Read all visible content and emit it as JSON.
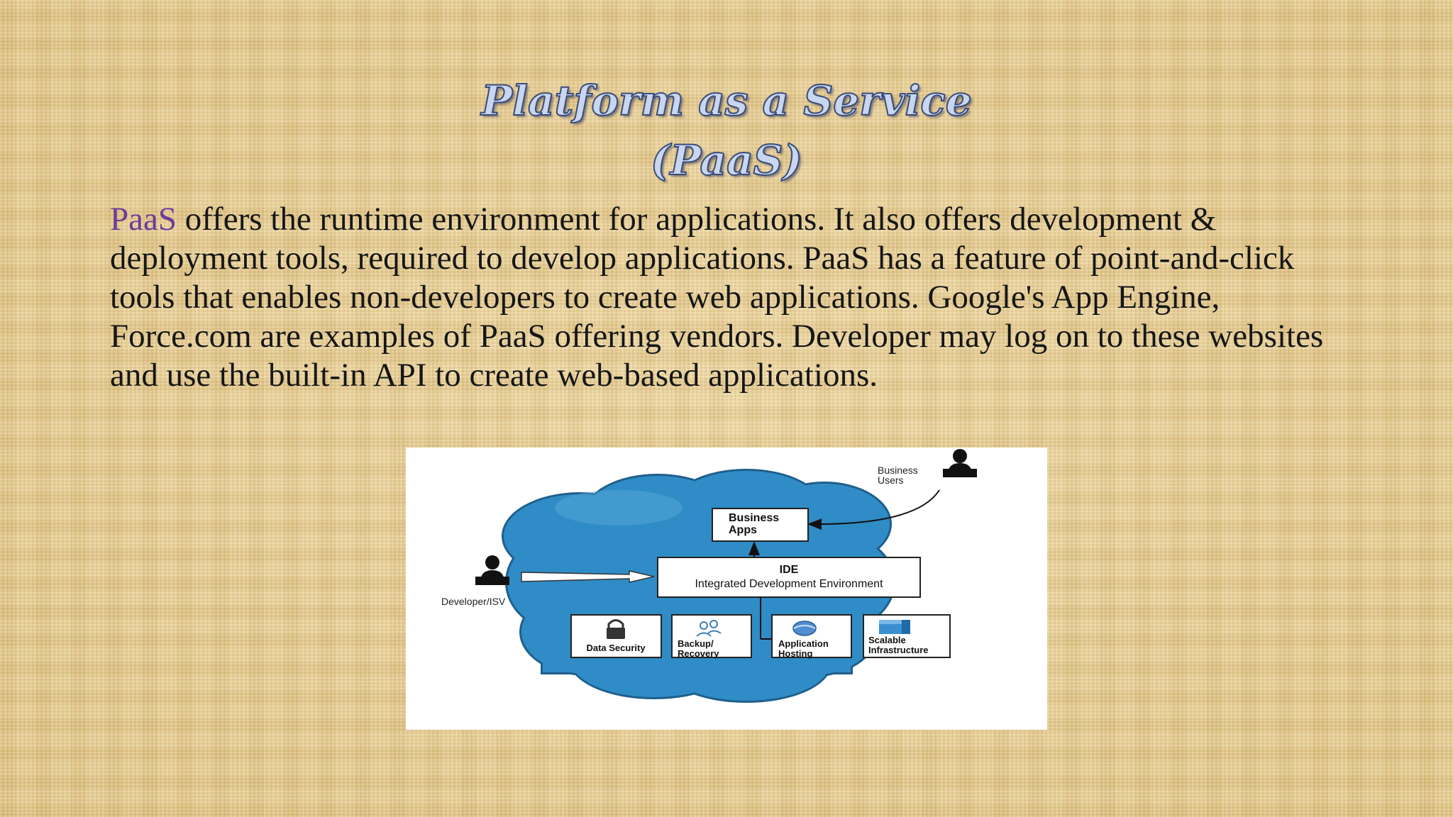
{
  "slide": {
    "title_line1": "Platform as a Service",
    "title_line2": "(PaaS)",
    "term": "PaaS",
    "body": " offers the runtime environment for applications. It also offers development & deployment tools, required to develop applications. PaaS has a feature of point-and-click tools that enables non-developers to create web applications. Google's App Engine, Force.com are examples of PaaS offering vendors. Developer may log on to these websites and use the built-in API to create web-based applications."
  },
  "diagram": {
    "business_users": [
      "Business",
      "Users"
    ],
    "business_apps": [
      "Business",
      "Apps"
    ],
    "ide_title": "IDE",
    "ide_subtitle": "Integrated Development Environment",
    "developer": "Developer/ISV",
    "services": [
      {
        "label": [
          "Data Security"
        ],
        "icon": "lock-icon"
      },
      {
        "label": [
          "Backup/",
          "Recovery"
        ],
        "icon": "people-icon"
      },
      {
        "label": [
          "Application",
          "Hosting"
        ],
        "icon": "globe-icon"
      },
      {
        "label": [
          "Scalable",
          "Infrastructure"
        ],
        "icon": "server-icon"
      }
    ],
    "colors": {
      "cloud": "#2f8cc6",
      "cloud_outline": "#1f5f8c",
      "term": "#6f3a9a"
    }
  }
}
